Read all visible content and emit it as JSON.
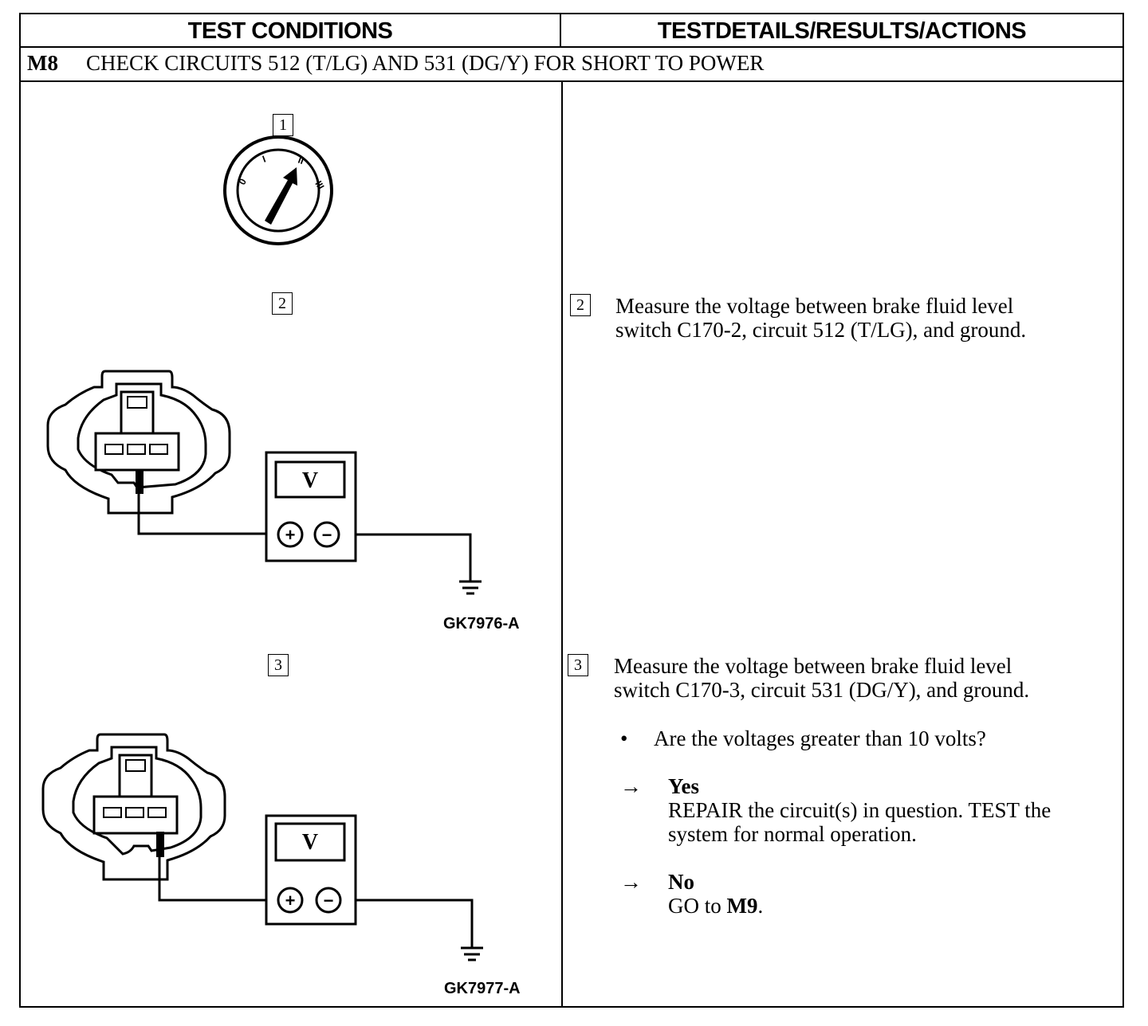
{
  "table": {
    "header_left": "TEST CONDITIONS",
    "header_right": "TESTDETAILS/RESULTS/ACTIONS"
  },
  "step": {
    "id": "M8",
    "title": "CHECK CIRCUITS 512 (T/LG) AND 531 (DG/Y) FOR SHORT TO POWER"
  },
  "left": {
    "callout_1": "1",
    "callout_2": "2",
    "callout_3": "3",
    "ignition_positions": [
      "0",
      "I",
      "II",
      "III"
    ],
    "meter_label_1": "V",
    "meter_label_2": "V",
    "plus_symbol": "+",
    "minus_symbol": "−",
    "figure_1": "GK7976-A",
    "figure_2": "GK7977-A"
  },
  "right": {
    "callout_2": "2",
    "step_2_line1": "Measure the voltage between brake fluid level",
    "step_2_line2": "switch C170-2, circuit 512 (T/LG), and ground.",
    "callout_3": "3",
    "step_3_line1": "Measure the voltage between brake fluid level",
    "step_3_line2": "switch C170-3, circuit 531 (DG/Y), and ground.",
    "bullet": "•",
    "question": "Are the voltages greater than 10 volts?",
    "arrow": "→",
    "yes_label": "Yes",
    "yes_line1": "REPAIR the circuit(s) in question. TEST the",
    "yes_line2": "system for normal operation.",
    "no_label": "No",
    "no_prefix": "GO to ",
    "no_target": "M9",
    "no_suffix": "."
  }
}
